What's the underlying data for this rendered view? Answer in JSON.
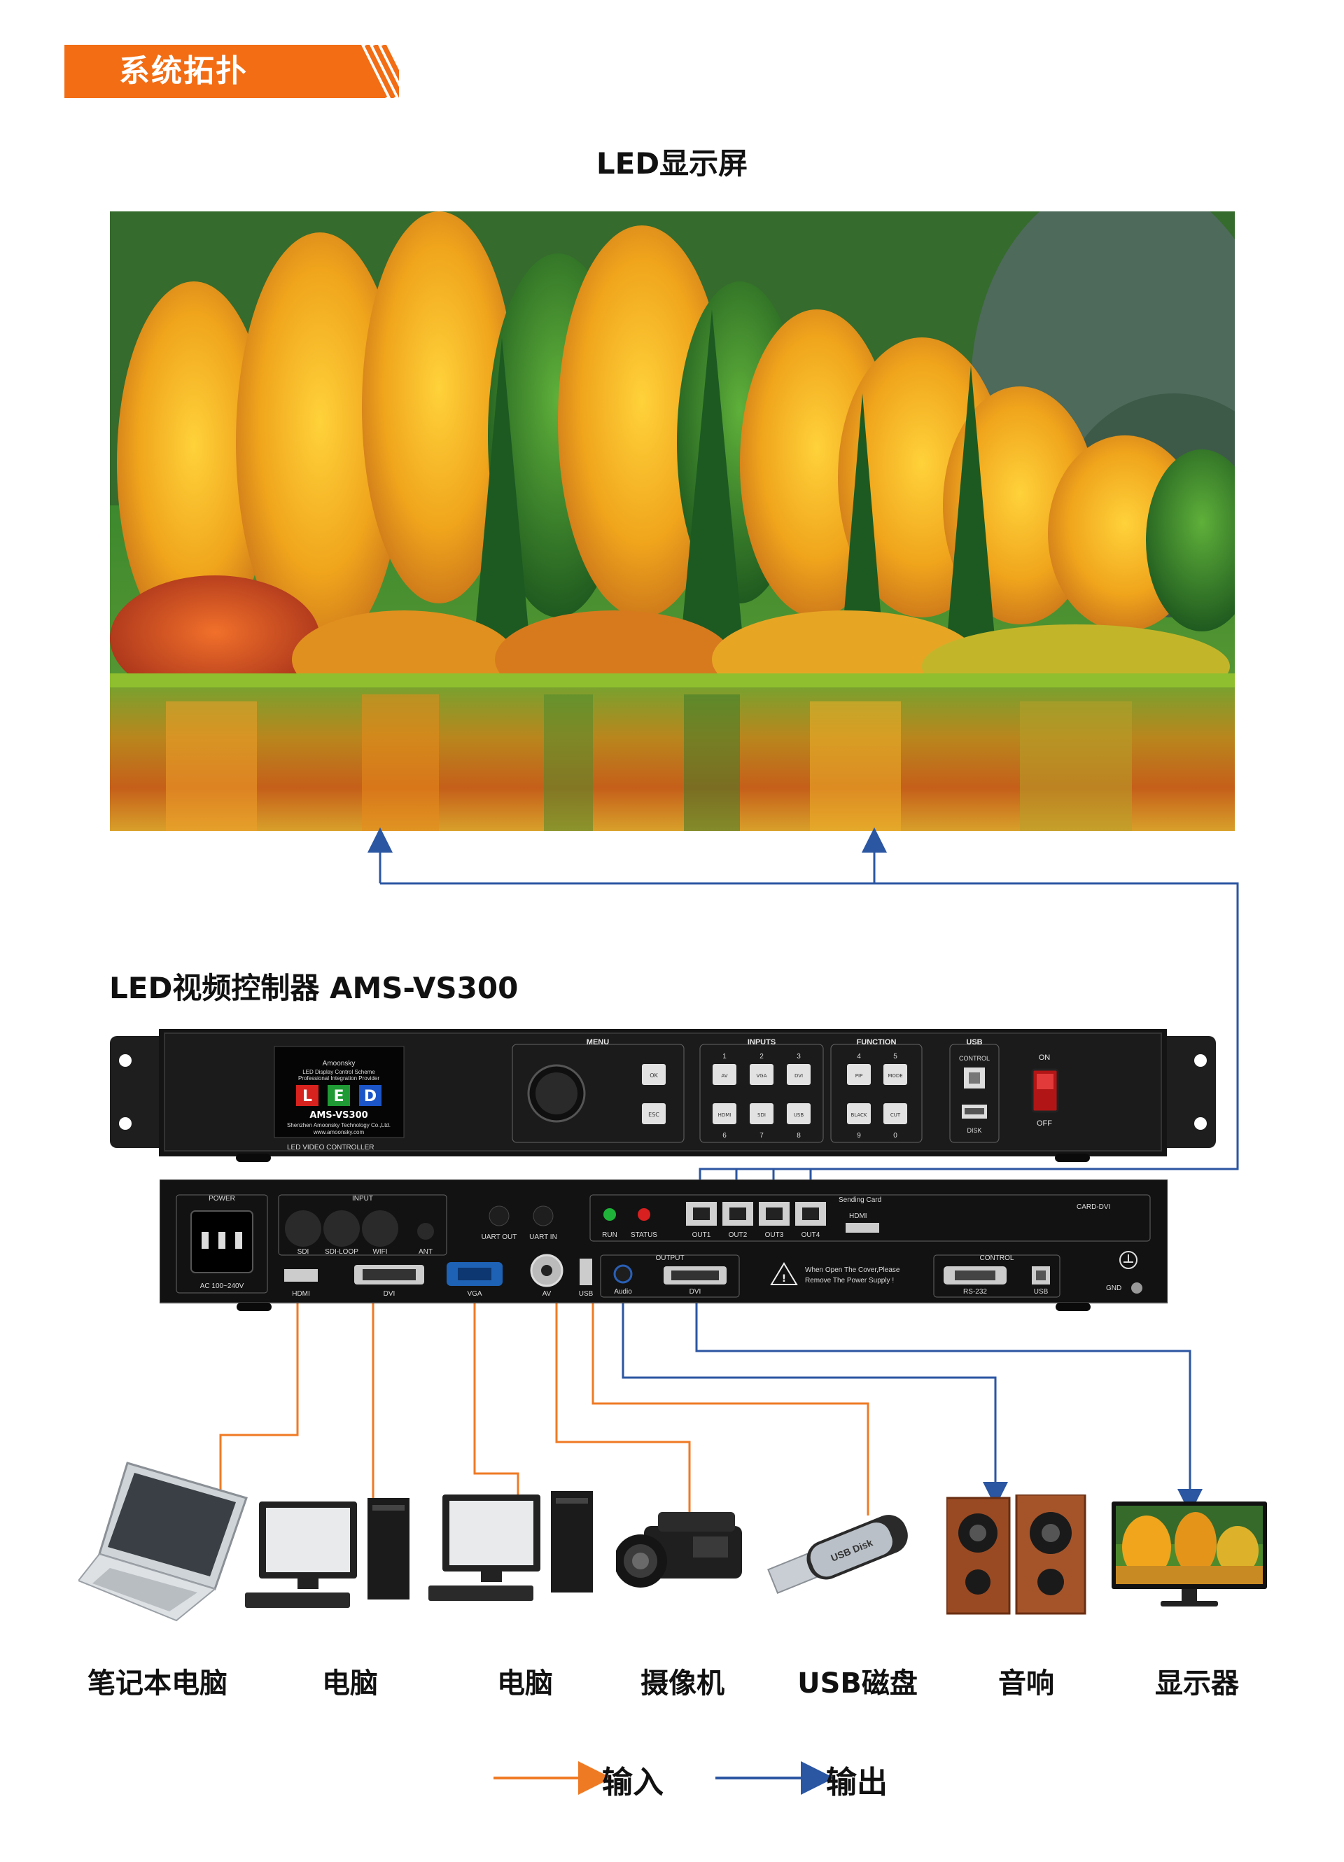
{
  "header": {
    "tag_label": "系统拓扑"
  },
  "screen": {
    "title": "LED显示屏"
  },
  "controller": {
    "title": "LED视频控制器 AMS-VS300",
    "front": {
      "menu": "MENU",
      "inputs": "INPUTS",
      "function": "FUNCTION",
      "usb": "USB",
      "control": "CONTROL",
      "disk": "DISK",
      "on": "ON",
      "off": "OFF",
      "ok": "OK",
      "esc": "ESC",
      "input_numbers": [
        "1",
        "2",
        "3",
        "6",
        "7",
        "8"
      ],
      "function_numbers": [
        "4",
        "5",
        "9",
        "0"
      ],
      "input_keys": [
        "AV",
        "VGA",
        "DVI",
        "HDMI",
        "SDI",
        "USB"
      ],
      "function_keys": [
        "PIP",
        "MODE",
        "BLACK",
        "CUT"
      ],
      "lcd_model": "AMS-VS300",
      "lcd_letters": [
        "L",
        "E",
        "D"
      ],
      "lcd_brand": "Amoonsky",
      "lcd_slogan": "LED Display Control Scheme",
      "lcd_slogan2": "Professional Integration Provider",
      "lcd_company": "Shenzhen Amoonsky Technology Co.,Ltd.",
      "lcd_web": "www.amoonsky.com",
      "panel_label": "LED VIDEO CONTROLLER"
    },
    "rear": {
      "power": "POWER",
      "power_spec": "AC 100~240V",
      "input": "INPUT",
      "ports": [
        "SDI",
        "SDI-LOOP",
        "WIFI",
        "ANT"
      ],
      "uart_out": "UART OUT",
      "uart_in": "UART IN",
      "run": "RUN",
      "status": "STATUS",
      "outs": [
        "OUT1",
        "OUT2",
        "OUT3",
        "OUT4"
      ],
      "sending_card": "Sending Card",
      "hdmi": "HDMI",
      "card_dvi": "CARD-DVI",
      "bottom_ports": [
        "HDMI",
        "DVI",
        "VGA",
        "AV",
        "USB"
      ],
      "output": "OUTPUT",
      "audio": "Audio",
      "dvi_out": "DVI",
      "warning": "When Open The Cover,Please",
      "warning2": "Remove The Power Supply !",
      "control": "CONTROL",
      "rs232": "RS-232",
      "usb": "USB",
      "gnd": "GND"
    }
  },
  "devices": [
    {
      "label": "笔记本电脑",
      "icon": "laptop-icon"
    },
    {
      "label": "电脑",
      "icon": "desktop-pc-icon"
    },
    {
      "label": "电脑",
      "icon": "desktop-pc-icon"
    },
    {
      "label": "摄像机",
      "icon": "video-camera-icon"
    },
    {
      "label": "USB磁盘",
      "icon": "usb-drive-icon"
    },
    {
      "label": "音响",
      "icon": "speaker-icon"
    },
    {
      "label": "显示器",
      "icon": "monitor-icon"
    }
  ],
  "legend": {
    "input": "输入",
    "output": "输出"
  },
  "colors": {
    "input_line": "#ef7a24",
    "output_line": "#2b56a2",
    "accent": "#f26d14"
  }
}
